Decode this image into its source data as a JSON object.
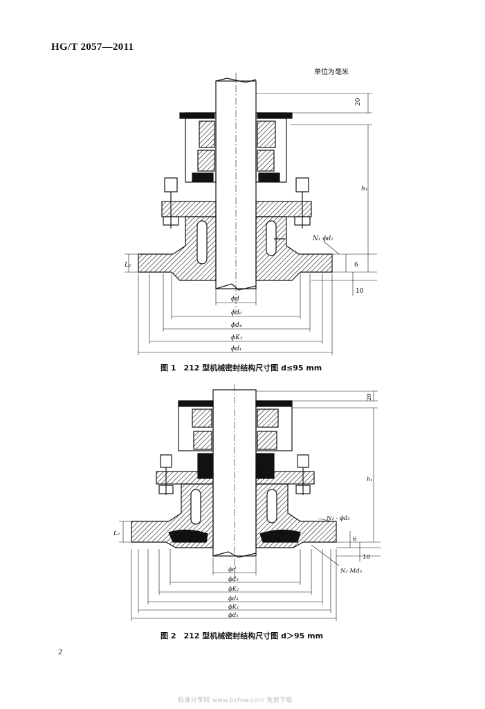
{
  "header": {
    "standard_no": "HG/T 2057—2011",
    "unit_note": "单位为毫米"
  },
  "figure1": {
    "caption": "图 1　212 型机械密封结构尺寸图 d≤95 mm",
    "labels": {
      "dim_20": "20",
      "h1": "h₁",
      "l2": "L₂",
      "n1d2": "N₁ ϕd₂",
      "dim_6": "6",
      "dim_10": "10",
      "d": "ϕd",
      "d6": "ϕd₆",
      "d4": "ϕd₄",
      "k1": "ϕK₁",
      "d1": "ϕd₁"
    }
  },
  "figure2": {
    "caption": "图 2　212 型机械密封结构尺寸图 d＞95 mm",
    "labels": {
      "dim_20": "20",
      "h1": "h₁",
      "l2": "L₂",
      "n1d2": "N₁ - ϕd₂",
      "n2md3": "N₂ Md₃",
      "dim_6": "6",
      "dim_10": "10",
      "d": "ϕd",
      "d5": "ϕd₅",
      "k2": "ϕK₂",
      "d4": "ϕd₄",
      "k1": "ϕK₁",
      "d1": "ϕd₁"
    }
  },
  "footer": {
    "page_number": "2",
    "watermark": "标准分享网 www.bzfxw.com 免费下载"
  }
}
